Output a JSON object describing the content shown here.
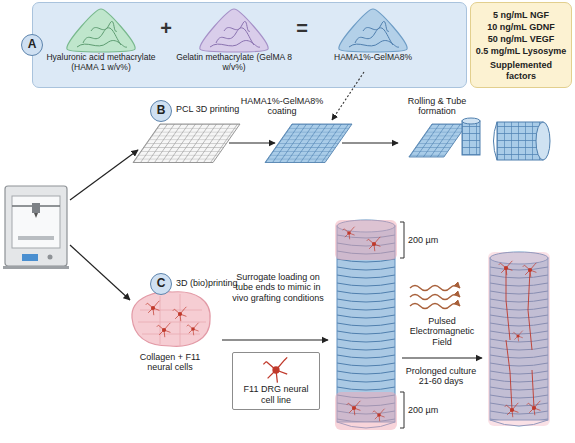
{
  "diagram": {
    "nodes": [
      {
        "text": [
          "A"
        ]
      },
      {
        "text": [
          "Hyaluronic acid methacrylate (HAMA 1 w/v%)"
        ],
        "in": 0
      },
      {
        "text": [
          "Gelatin methacrylate (GelMA 8 w/v%)"
        ],
        "in": 0
      },
      {
        "text": [
          "HAMA1%-GelMA8%"
        ],
        "in": 0
      },
      {
        "text": [
          "5 ng/mL NGF",
          "10 ng/mL GDNF",
          "50 ng/mL VEGF",
          "0.5 mg/mL Lysosyme",
          "Supplemented factors"
        ]
      },
      {
        "text": [
          "B"
        ]
      },
      {
        "text": [
          "C"
        ]
      },
      {
        "text": [
          "F11 DRG neural cell line"
        ]
      }
    ],
    "labels": [
      "+",
      "=",
      "PCL 3D printing",
      "HAMA1%-GelMA8% coating",
      "Rolling & Tube formation",
      "3D (bio)printing",
      "Collagen + F11 neural cells",
      "Surrogate loading on tube ends to mimic in vivo grafting conditions",
      "200 µm",
      "200 µm",
      "Pulsed Electromagnetic Field",
      "Prolonged culture 21-60 days"
    ]
  }
}
